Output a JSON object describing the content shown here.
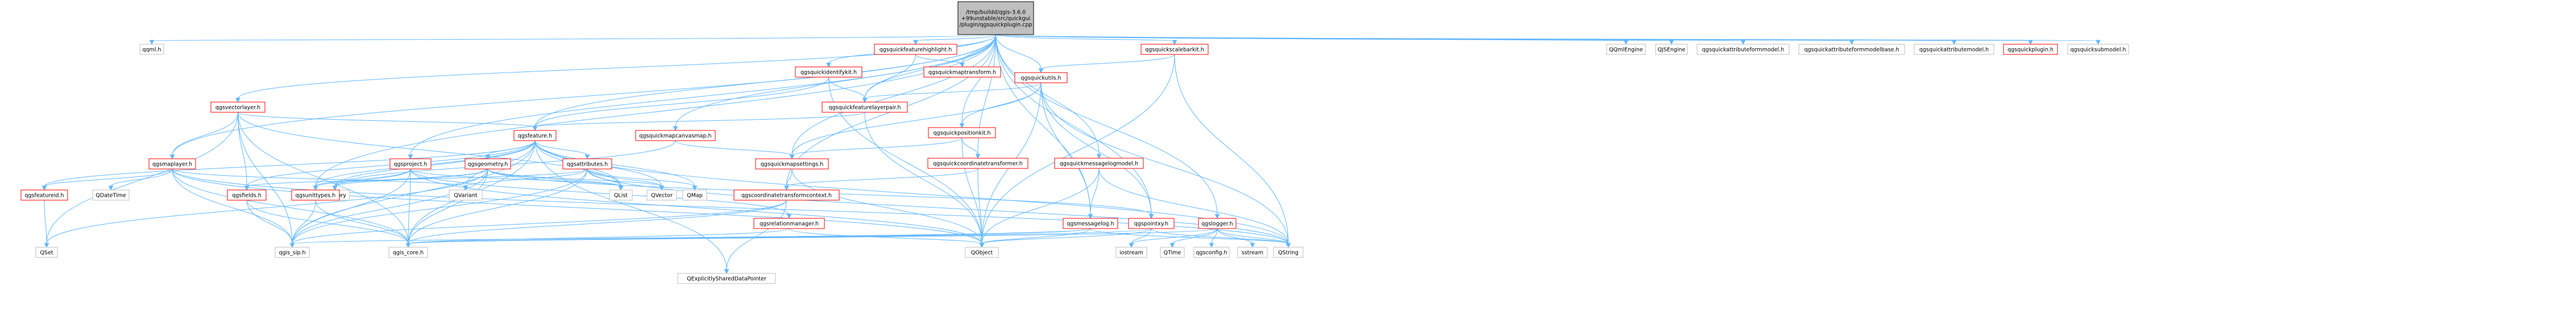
{
  "diagram": {
    "colors": {
      "root_fill": "#bfbfbf",
      "root_border": "#000000",
      "linked_border": "#ff0000",
      "linked_text": "#000000",
      "leaf_border": "#bfbfbf",
      "leaf_text": "#000000",
      "edge": "#63b8ff"
    },
    "nodes": [
      {
        "id": "root",
        "kind": "root",
        "lines": [
          "/tmp/buildd/qgis-3.6.0",
          "+99unstable/src/quickgui",
          "/plugin/qgsquickplugin.cpp"
        ]
      },
      {
        "id": "qqml",
        "kind": "leaf",
        "lines": [
          "qqml.h"
        ]
      },
      {
        "id": "qqmlengine",
        "kind": "leaf",
        "lines": [
          "QQmlEngine"
        ]
      },
      {
        "id": "qjsengine",
        "kind": "leaf",
        "lines": [
          "QJSEngine"
        ]
      },
      {
        "id": "qgsquickattributeformmodel",
        "kind": "leaf",
        "lines": [
          "qgsquickattributeformmodel.h"
        ]
      },
      {
        "id": "qgsquickattributeformmodelbase",
        "kind": "leaf",
        "lines": [
          "qgsquickattributeformmodelbase.h"
        ]
      },
      {
        "id": "qgsquickattributemodel",
        "kind": "leaf",
        "lines": [
          "qgsquickattributemodel.h"
        ]
      },
      {
        "id": "qgsquickplugin",
        "kind": "linked",
        "lines": [
          "qgsquickplugin.h"
        ]
      },
      {
        "id": "qgsquicksubmodel",
        "kind": "leaf",
        "lines": [
          "qgsquicksubmodel.h"
        ]
      },
      {
        "id": "qgsquickfeaturehighlight",
        "kind": "linked",
        "lines": [
          "qgsquickfeaturehighlight.h"
        ]
      },
      {
        "id": "qgsquickscalebarkit",
        "kind": "linked",
        "lines": [
          "qgsquickscalebarkit.h"
        ]
      },
      {
        "id": "qgsquickmaptransform",
        "kind": "linked",
        "lines": [
          "qgsquickmaptransform.h"
        ]
      },
      {
        "id": "qgsquickidentifykit",
        "kind": "linked",
        "lines": [
          "qgsquickidentifykit.h"
        ]
      },
      {
        "id": "qgsquickutils",
        "kind": "linked",
        "lines": [
          "qgsquickutils.h"
        ]
      },
      {
        "id": "qgsvectorlayer",
        "kind": "linked",
        "lines": [
          "qgsvectorlayer.h"
        ]
      },
      {
        "id": "qgsquickfeaturelayerpair",
        "kind": "linked",
        "lines": [
          "qgsquickfeaturelayerpair.h"
        ]
      },
      {
        "id": "qgsquickpositionkit",
        "kind": "linked",
        "lines": [
          "qgsquickpositionkit.h"
        ]
      },
      {
        "id": "qgsfeature",
        "kind": "linked",
        "lines": [
          "qgsfeature.h"
        ]
      },
      {
        "id": "qgsquickmapcanvasmap",
        "kind": "linked",
        "lines": [
          "qgsquickmapcanvasmap.h"
        ]
      },
      {
        "id": "qgsquickcoordinatetransformer",
        "kind": "linked",
        "lines": [
          "qgsquickcoordinatetransformer.h"
        ]
      },
      {
        "id": "qgsquickmessagelogmodel",
        "kind": "linked",
        "lines": [
          "qgsquickmessagelogmodel.h"
        ]
      },
      {
        "id": "qgsmaplayer",
        "kind": "linked",
        "lines": [
          "qgsmaplayer.h"
        ]
      },
      {
        "id": "qgsproject",
        "kind": "linked",
        "lines": [
          "qgsproject.h"
        ]
      },
      {
        "id": "qgsgeometry",
        "kind": "linked",
        "lines": [
          "qgsgeometry.h"
        ]
      },
      {
        "id": "qgsattributes",
        "kind": "linked",
        "lines": [
          "qgsattributes.h"
        ]
      },
      {
        "id": "qgsquickmapsettings",
        "kind": "linked",
        "lines": [
          "qgsquickmapsettings.h"
        ]
      },
      {
        "id": "qgsfeatureid",
        "kind": "linked",
        "lines": [
          "qgsfeatureid.h"
        ]
      },
      {
        "id": "qdatetime",
        "kind": "leaf",
        "lines": [
          "QDateTime"
        ]
      },
      {
        "id": "qgsfields",
        "kind": "linked",
        "lines": [
          "qgsfields.h"
        ]
      },
      {
        "id": "memory",
        "kind": "leaf",
        "lines": [
          "memory"
        ]
      },
      {
        "id": "qgsunittypes",
        "kind": "linked",
        "lines": [
          "qgsunittypes.h"
        ]
      },
      {
        "id": "qvariant",
        "kind": "leaf",
        "lines": [
          "QVariant"
        ]
      },
      {
        "id": "qlist",
        "kind": "leaf",
        "lines": [
          "QList"
        ]
      },
      {
        "id": "qvector",
        "kind": "leaf",
        "lines": [
          "QVector"
        ]
      },
      {
        "id": "qmap",
        "kind": "leaf",
        "lines": [
          "QMap"
        ]
      },
      {
        "id": "qgscoordinatetransformcontext",
        "kind": "linked",
        "lines": [
          "qgscoordinatetransformcontext.h"
        ]
      },
      {
        "id": "qgsrelationmanager",
        "kind": "linked",
        "lines": [
          "qgsrelationmanager.h"
        ]
      },
      {
        "id": "qgsmessagelog",
        "kind": "linked",
        "lines": [
          "qgsmessagelog.h"
        ]
      },
      {
        "id": "qgspointxy",
        "kind": "linked",
        "lines": [
          "qgspointxy.h"
        ]
      },
      {
        "id": "qgslogger",
        "kind": "linked",
        "lines": [
          "qgslogger.h"
        ]
      },
      {
        "id": "qset",
        "kind": "leaf",
        "lines": [
          "QSet"
        ]
      },
      {
        "id": "qgis_sip",
        "kind": "leaf",
        "lines": [
          "qgis_sip.h"
        ]
      },
      {
        "id": "qgis_core",
        "kind": "leaf",
        "lines": [
          "qgis_core.h"
        ]
      },
      {
        "id": "qexplicitlyshareddatapointer",
        "kind": "leaf",
        "lines": [
          "QExplicitlySharedDataPointer"
        ]
      },
      {
        "id": "qobject",
        "kind": "leaf",
        "lines": [
          "QObject"
        ]
      },
      {
        "id": "iostream",
        "kind": "leaf",
        "lines": [
          "iostream"
        ]
      },
      {
        "id": "qtime",
        "kind": "leaf",
        "lines": [
          "QTime"
        ]
      },
      {
        "id": "qgsconfig",
        "kind": "leaf",
        "lines": [
          "qgsconfig.h"
        ]
      },
      {
        "id": "sstream",
        "kind": "leaf",
        "lines": [
          "sstream"
        ]
      },
      {
        "id": "qstring",
        "kind": "leaf",
        "lines": [
          "QString"
        ]
      }
    ],
    "edges": [
      [
        "root",
        "qqml"
      ],
      [
        "root",
        "qqmlengine"
      ],
      [
        "root",
        "qjsengine"
      ],
      [
        "root",
        "qgsquickattributeformmodel"
      ],
      [
        "root",
        "qgsquickattributeformmodelbase"
      ],
      [
        "root",
        "qgsquickattributemodel"
      ],
      [
        "root",
        "qgsquickplugin"
      ],
      [
        "root",
        "qgsquicksubmodel"
      ],
      [
        "root",
        "qgsquickfeaturehighlight"
      ],
      [
        "root",
        "qgsquickscalebarkit"
      ],
      [
        "root",
        "qgsquickidentifykit"
      ],
      [
        "root",
        "qgsquickutils"
      ],
      [
        "root",
        "qgsvectorlayer"
      ],
      [
        "root",
        "qgsquickfeaturelayerpair"
      ],
      [
        "root",
        "qgsquickpositionkit"
      ],
      [
        "root",
        "qgsfeature"
      ],
      [
        "root",
        "qgsquickmapcanvasmap"
      ],
      [
        "root",
        "qgsquickcoordinatetransformer"
      ],
      [
        "root",
        "qgsquickmessagelogmodel"
      ],
      [
        "root",
        "qgsproject"
      ],
      [
        "root",
        "qgsquickmapsettings"
      ],
      [
        "root",
        "qgsunittypes"
      ],
      [
        "root",
        "qgscoordinatetransformcontext"
      ],
      [
        "root",
        "qgsmessagelog"
      ],
      [
        "root",
        "qgspointxy"
      ],
      [
        "root",
        "qgslogger"
      ],
      [
        "root",
        "qgsmaplayer"
      ],
      [
        "root",
        "qgsquickmaptransform"
      ],
      [
        "qgsquickfeaturehighlight",
        "qgsquickmaptransform"
      ],
      [
        "qgsquickfeaturehighlight",
        "qgsquickfeaturelayerpair"
      ],
      [
        "qgsquickscalebarkit",
        "qgsquickutils"
      ],
      [
        "qgsquickscalebarkit",
        "qobject"
      ],
      [
        "qgsquickscalebarkit",
        "qstring"
      ],
      [
        "qgsquickidentifykit",
        "qgsfeature"
      ],
      [
        "qgsquickidentifykit",
        "qgsquickfeaturelayerpair"
      ],
      [
        "qgsquickidentifykit",
        "qobject"
      ],
      [
        "qgsquickutils",
        "qgsquickfeaturelayerpair"
      ],
      [
        "qgsquickutils",
        "qgsquickpositionkit"
      ],
      [
        "qgsquickutils",
        "qgsmessagelog"
      ],
      [
        "qgsquickutils",
        "qgspointxy"
      ],
      [
        "qgsquickutils",
        "qgsquickmapsettings"
      ],
      [
        "qgsquickutils",
        "qstring"
      ],
      [
        "qgsquickutils",
        "qobject"
      ],
      [
        "qgsvectorlayer",
        "qgsmaplayer"
      ],
      [
        "qgsvectorlayer",
        "qgsfeature"
      ],
      [
        "qgsvectorlayer",
        "qgsfields"
      ],
      [
        "qgsvectorlayer",
        "qgis_core"
      ],
      [
        "qgsvectorlayer",
        "qgis_sip"
      ],
      [
        "qgsvectorlayer",
        "qlist"
      ],
      [
        "qgsvectorlayer",
        "qset"
      ],
      [
        "qgsquickfeaturelayerpair",
        "qgsfeature"
      ],
      [
        "qgsquickfeaturelayerpair",
        "qobject"
      ],
      [
        "qgsquickpositionkit",
        "qgsquickmapsettings"
      ],
      [
        "qgsquickpositionkit",
        "qgsquickcoordinatetransformer"
      ],
      [
        "qgsquickpositionkit",
        "qobject"
      ],
      [
        "qgsfeature",
        "qgsgeometry"
      ],
      [
        "qgsfeature",
        "qgsattributes"
      ],
      [
        "qgsfeature",
        "qgsfields"
      ],
      [
        "qgsfeature",
        "qgsfeatureid"
      ],
      [
        "qgsfeature",
        "qgis_core"
      ],
      [
        "qgsfeature",
        "qgis_sip"
      ],
      [
        "qgsfeature",
        "memory"
      ],
      [
        "qgsfeature",
        "qvariant"
      ],
      [
        "qgsfeature",
        "qlist"
      ],
      [
        "qgsfeature",
        "qvector"
      ],
      [
        "qgsfeature",
        "qmap"
      ],
      [
        "qgsfeature",
        "qexplicitlyshareddatapointer"
      ],
      [
        "qgsfeature",
        "qgsunittypes"
      ],
      [
        "qgsfeature",
        "qstring"
      ],
      [
        "qgsquickmapcanvasmap",
        "qgsquickmapsettings"
      ],
      [
        "qgsquickmapcanvasmap",
        "memory"
      ],
      [
        "qgsquickcoordinatetransformer",
        "qgscoordinatetransformcontext"
      ],
      [
        "qgsquickcoordinatetransformer",
        "qobject"
      ],
      [
        "qgsquickmessagelogmodel",
        "qgsmessagelog"
      ],
      [
        "qgsquickmessagelogmodel",
        "qstring"
      ],
      [
        "qgsquickmessagelogmodel",
        "qobject"
      ],
      [
        "qgsmaplayer",
        "qdatetime"
      ],
      [
        "qgsmaplayer",
        "qgsfeatureid"
      ],
      [
        "qgsmaplayer",
        "qgis_core"
      ],
      [
        "qgsmaplayer",
        "qgis_sip"
      ],
      [
        "qgsmaplayer",
        "qvariant"
      ],
      [
        "qgsmaplayer",
        "qobject"
      ],
      [
        "qgsmaplayer",
        "qstring"
      ],
      [
        "qgsproject",
        "qgsunittypes"
      ],
      [
        "qgsproject",
        "qgsrelationmanager"
      ],
      [
        "qgsproject",
        "qgis_core"
      ],
      [
        "qgsproject",
        "qgis_sip"
      ],
      [
        "qgsproject",
        "memory"
      ],
      [
        "qgsproject",
        "qobject"
      ],
      [
        "qgsproject",
        "qlist"
      ],
      [
        "qgsgeometry",
        "qgsunittypes"
      ],
      [
        "qgsgeometry",
        "qgis_core"
      ],
      [
        "qgsgeometry",
        "qgis_sip"
      ],
      [
        "qgsgeometry",
        "qgspointxy"
      ],
      [
        "qgsgeometry",
        "memory"
      ],
      [
        "qgsgeometry",
        "qset"
      ],
      [
        "qgsgeometry",
        "qlist"
      ],
      [
        "qgsgeometry",
        "qvector"
      ],
      [
        "qgsattributes",
        "qgis_core"
      ],
      [
        "qgsattributes",
        "qgis_sip"
      ],
      [
        "qgsattributes",
        "qmap"
      ],
      [
        "qgsattributes",
        "qstring"
      ],
      [
        "qgsattributes",
        "qvariant"
      ],
      [
        "qgsattributes",
        "qlist"
      ],
      [
        "qgsattributes",
        "qvector"
      ],
      [
        "qgsattributes",
        "qgsfields"
      ],
      [
        "qgsquickmapsettings",
        "qgscoordinatetransformcontext"
      ],
      [
        "qgsquickmapsettings",
        "qobject"
      ],
      [
        "qgsfeatureid",
        "qset"
      ],
      [
        "qgsfields",
        "qgis_core"
      ],
      [
        "qgsfields",
        "qgis_sip"
      ],
      [
        "qgsunittypes",
        "qgis_core"
      ],
      [
        "qgsunittypes",
        "qgis_sip"
      ],
      [
        "qgscoordinatetransformcontext",
        "qgis_core"
      ],
      [
        "qgscoordinatetransformcontext",
        "qgis_sip"
      ],
      [
        "qgscoordinatetransformcontext",
        "qexplicitlyshareddatapointer"
      ],
      [
        "qgsrelationmanager",
        "qgis_core"
      ],
      [
        "qgsrelationmanager",
        "qobject"
      ],
      [
        "qgsmessagelog",
        "qgis_core"
      ],
      [
        "qgsmessagelog",
        "qgis_sip"
      ],
      [
        "qgsmessagelog",
        "qobject"
      ],
      [
        "qgsmessagelog",
        "qstring"
      ],
      [
        "qgspointxy",
        "qgis_core"
      ],
      [
        "qgspointxy",
        "qobject"
      ],
      [
        "qgspointxy",
        "iostream"
      ],
      [
        "qgspointxy",
        "qstring"
      ],
      [
        "qgslogger",
        "iostream"
      ],
      [
        "qgslogger",
        "sstream"
      ],
      [
        "qgslogger",
        "qstring"
      ],
      [
        "qgslogger",
        "qtime"
      ],
      [
        "qgslogger",
        "qgsconfig"
      ],
      [
        "qgslogger",
        "qgis_core"
      ]
    ]
  }
}
